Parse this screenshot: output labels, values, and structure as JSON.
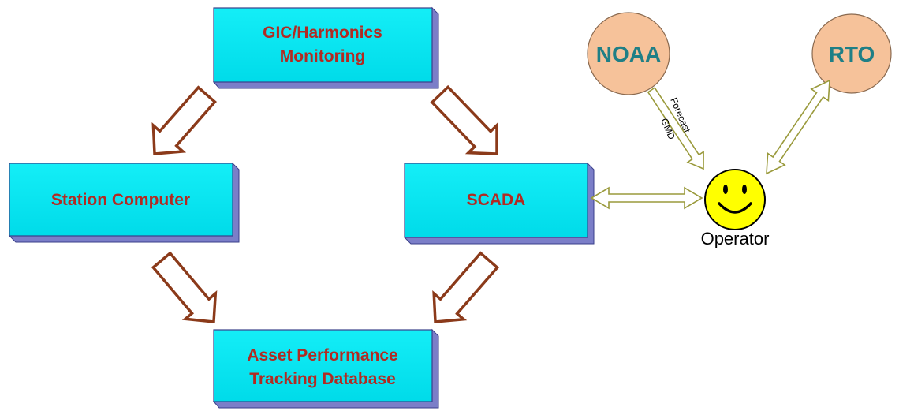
{
  "nodes": {
    "gic": {
      "lines": [
        "GIC/Harmonics",
        "Monitoring"
      ]
    },
    "station": {
      "lines": [
        "Station Computer"
      ]
    },
    "scada": {
      "lines": [
        "SCADA"
      ]
    },
    "asset": {
      "lines": [
        "Asset Performance",
        "Tracking Database"
      ]
    },
    "noaa": {
      "label": "NOAA"
    },
    "rto": {
      "label": "RTO"
    },
    "operator": {
      "label": "Operator"
    }
  },
  "edges": {
    "noaa_operator": {
      "labels": [
        "Forecast",
        "GMD"
      ]
    }
  },
  "colors": {
    "box_fill": "#00e5f2",
    "box_shadow": "#7b7ec8",
    "box_text": "#b22a22",
    "circle_fill": "#f6c29a",
    "circle_text": "#1f7f86",
    "arrow_brown": "#8b3a1a",
    "arrow_olive": "#9a9a3c",
    "smiley_fill": "#ffff00"
  }
}
